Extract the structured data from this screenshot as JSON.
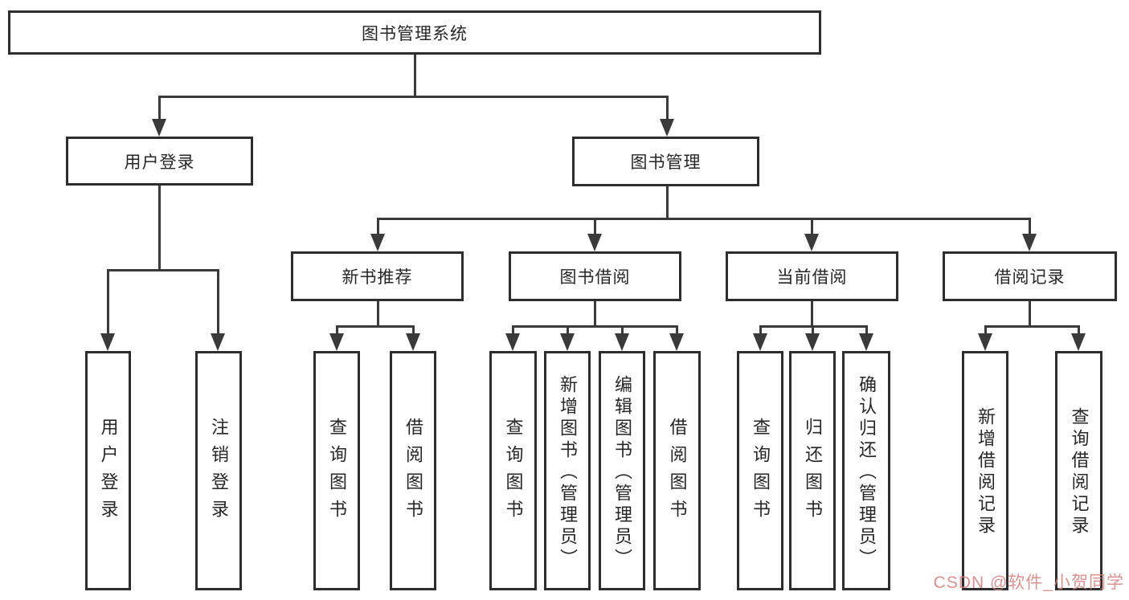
{
  "diagram_type": "hierarchy-tree",
  "tree": {
    "root": {
      "label": "图书管理系统"
    },
    "branches": [
      {
        "label": "用户登录",
        "children": [
          {
            "label": "用户登录"
          },
          {
            "label": "注销登录"
          }
        ]
      },
      {
        "label": "图书管理",
        "children": [
          {
            "label": "新书推荐",
            "children": [
              {
                "label": "查询图书"
              },
              {
                "label": "借阅图书"
              }
            ]
          },
          {
            "label": "图书借阅",
            "children": [
              {
                "label": "查询图书"
              },
              {
                "label": "新增图书（管理员）"
              },
              {
                "label": "编辑图书（管理员）"
              },
              {
                "label": "借阅图书"
              }
            ]
          },
          {
            "label": "当前借阅",
            "children": [
              {
                "label": "查询图书"
              },
              {
                "label": "归还图书"
              },
              {
                "label": "确认归还（管理员）"
              }
            ]
          },
          {
            "label": "借阅记录",
            "children": [
              {
                "label": "新增借阅记录"
              },
              {
                "label": "查询借阅记录"
              }
            ]
          }
        ]
      }
    ]
  },
  "watermark": {
    "text": "CSDN @软件_小贺同学",
    "color": "#d67d7d"
  },
  "colors": {
    "background": "#ffffff",
    "box_border": "#2d2d2d",
    "line": "#3a3a3a",
    "text": "#262626"
  }
}
